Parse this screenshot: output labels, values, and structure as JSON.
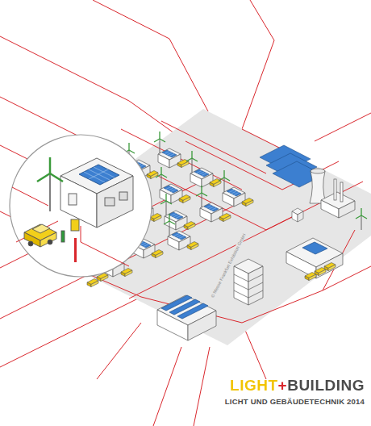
{
  "diagram": {
    "title": "LIGHT+BUILDING",
    "caption": "LICHT UND GEBÄUDETECHNIK 2014",
    "labels": [
      "© Messe Frankfurt Exhibition GmbH"
    ]
  }
}
